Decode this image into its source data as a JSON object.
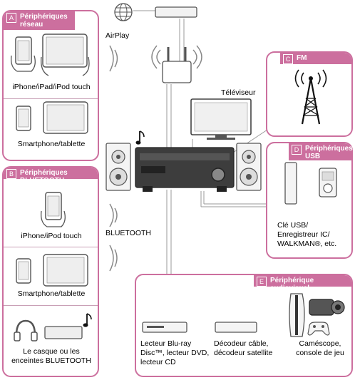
{
  "sections": {
    "A": {
      "badge": "A",
      "title_line1": "Périphériques",
      "title_line2": "réseau"
    },
    "B": {
      "badge": "B",
      "title": "Périphériques BLUETOOTH"
    },
    "C": {
      "badge": "C",
      "title": "FM"
    },
    "D": {
      "badge": "D",
      "title_line1": "Périphériques",
      "title_line2": "USB"
    },
    "E": {
      "badge": "E",
      "title": "Périphérique audiovisuel"
    }
  },
  "labels": {
    "iphone_ipad": "iPhone/iPad/iPod touch",
    "smartphone_a": "Smartphone/tablette",
    "iphone_ipod": "iPhone/iPod touch",
    "smartphone_b": "Smartphone/tablette",
    "headset_1": "Le casque ou les",
    "headset_2": "enceintes BLUETOOTH",
    "airplay": "AirPlay",
    "bluetooth": "BLUETOOTH",
    "tv": "Téléviseur",
    "usb_1": "Clé USB/",
    "usb_2": "Enregistreur IC/",
    "usb_3": "WALKMAN®, etc.",
    "bluray_1": "Lecteur Blu-ray",
    "bluray_2": "Disc™, lecteur DVD,",
    "bluray_3": "lecteur CD",
    "decoder_1": "Décodeur câble,",
    "decoder_2": "décodeur satellite",
    "camera_1": "Caméscope,",
    "camera_2": "console de jeu"
  },
  "colors": {
    "accent": "#cc6f9e",
    "line": "#8a8a8a"
  }
}
